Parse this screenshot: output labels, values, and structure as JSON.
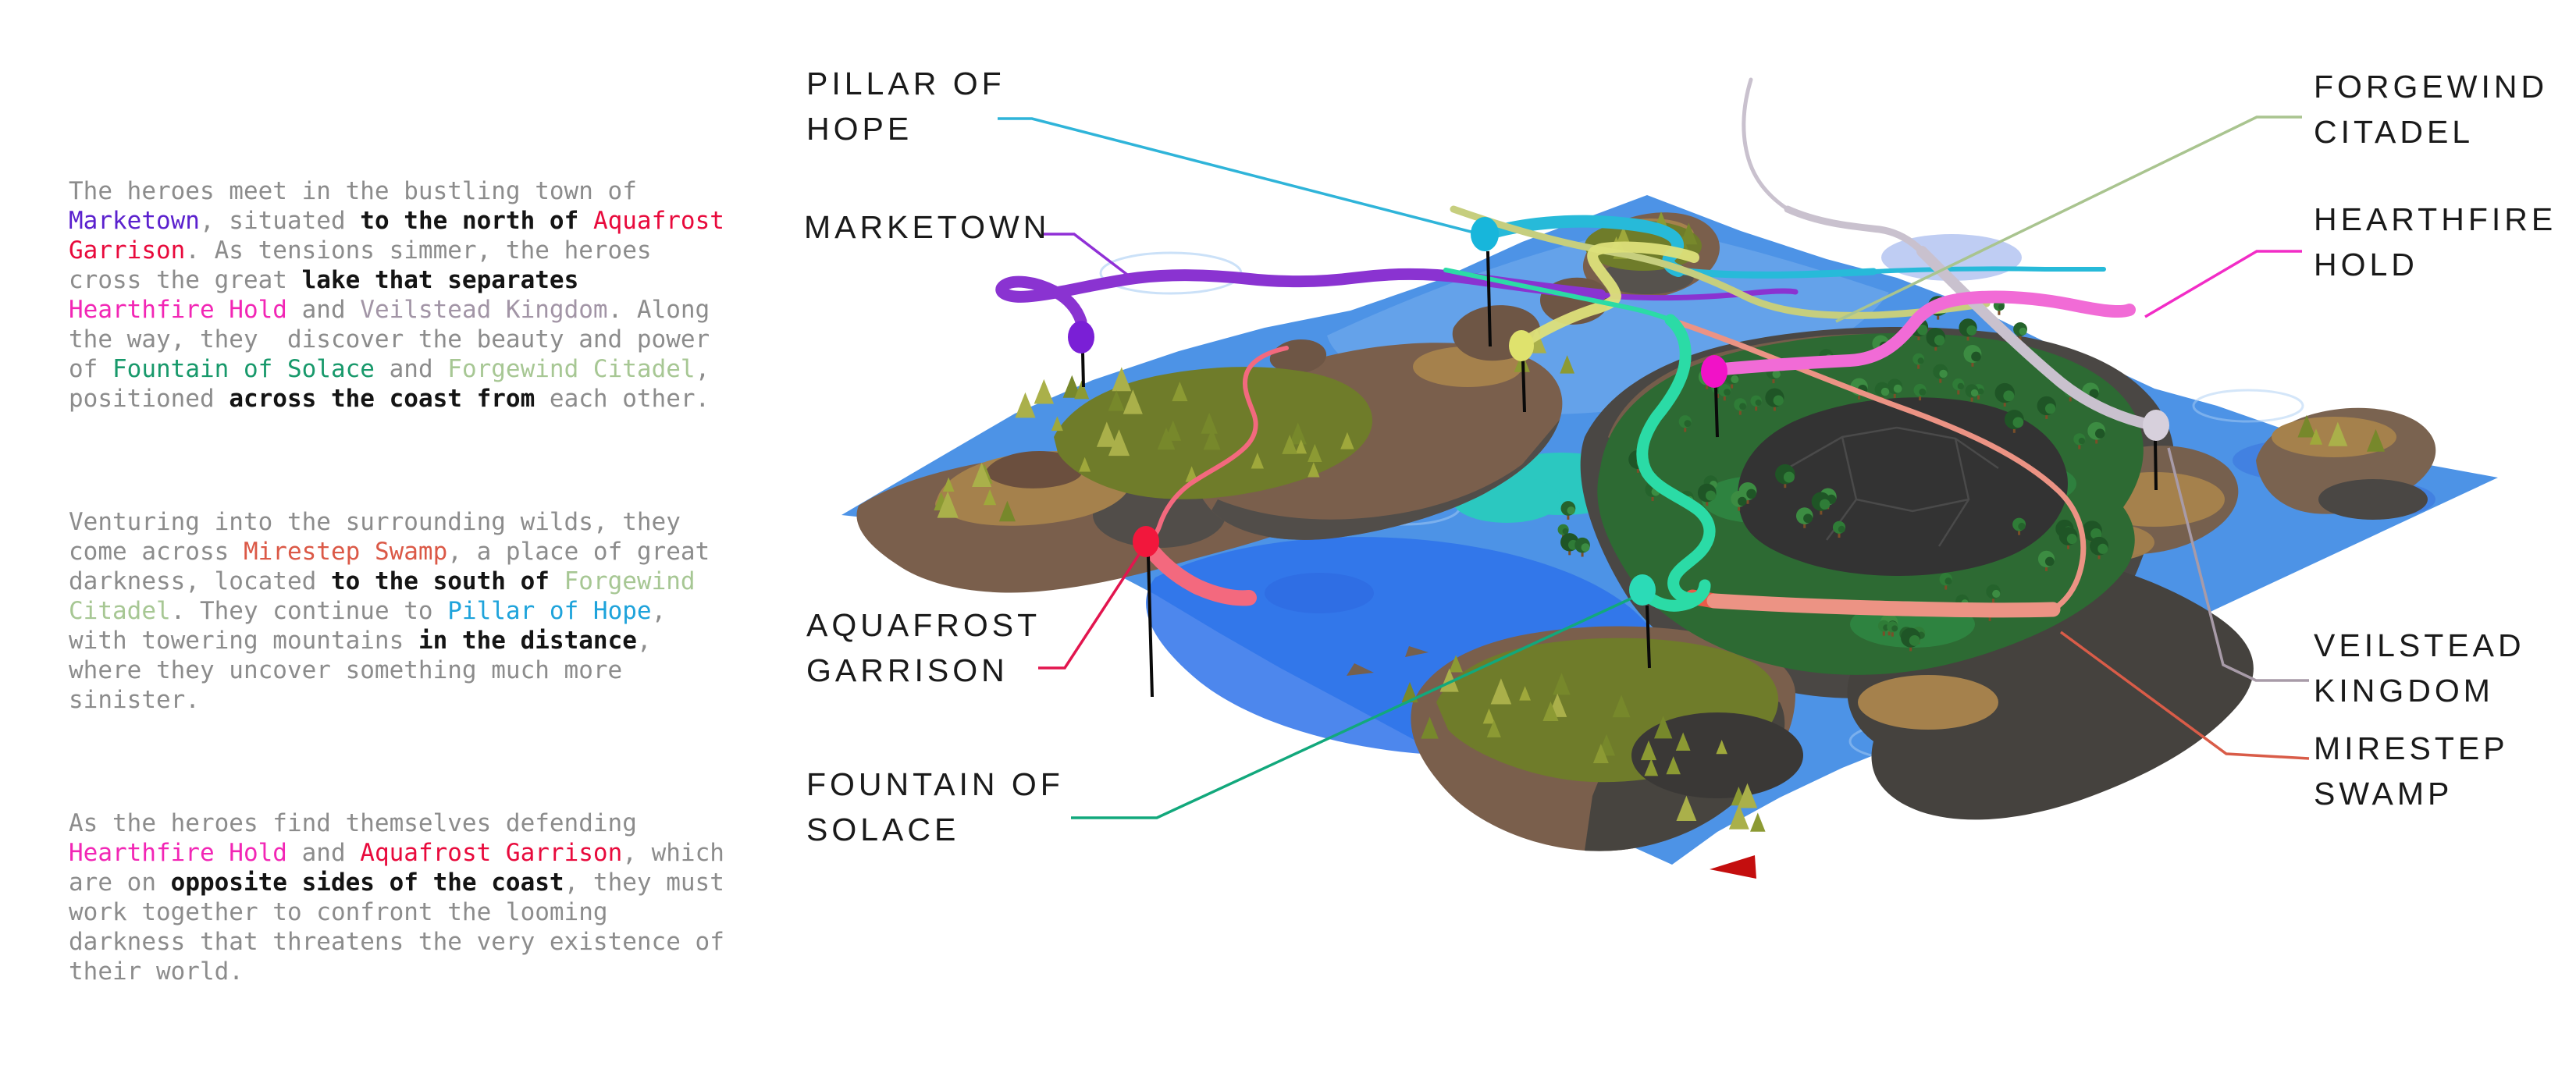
{
  "palette": {
    "story": {
      "body": {
        "c": "#8C8C8C",
        "b": false
      },
      "em": {
        "c": "#141414",
        "b": true
      },
      "marketown": {
        "c": "#5B21CE",
        "b": false
      },
      "aquafrost": {
        "c": "#E80A3C",
        "b": false
      },
      "hearthfire": {
        "c": "#F226B5",
        "b": false
      },
      "veilstead": {
        "c": "#A295A6",
        "b": false
      },
      "fountain": {
        "c": "#18996B",
        "b": false
      },
      "forgewind": {
        "c": "#A7C794",
        "b": false
      },
      "mirestep": {
        "c": "#DB5947",
        "b": false
      },
      "pillar": {
        "c": "#1EA3DB",
        "b": false
      }
    },
    "terrain": {
      "water": "#4D93E6",
      "water_light": "#74ABEC",
      "lake": "#2E72EA",
      "turquoise": "#2BC8C0",
      "sand": "#A5814C",
      "brown": "#7A5F4C",
      "brown_dark": "#6E5645",
      "rock": "#4A4744",
      "rock_light": "#514D49",
      "cave": "#333333",
      "forest_green": "#2D6A33",
      "forest_olive": "#6F7C2A",
      "pin": "#0A0A0A"
    }
  },
  "story": {
    "paragraphs": [
      {
        "lines": [
          [
            {
              "t": "The heroes meet in the bustling town of",
              "k": "body"
            }
          ],
          [
            {
              "t": "Marketown",
              "k": "marketown"
            },
            {
              "t": ", situated ",
              "k": "body"
            },
            {
              "t": "to the north of",
              "k": "em"
            },
            {
              "t": " ",
              "k": "body"
            },
            {
              "t": "Aquafrost",
              "k": "aquafrost"
            }
          ],
          [
            {
              "t": "Garrison",
              "k": "aquafrost"
            },
            {
              "t": ". As tensions simmer, the heroes",
              "k": "body"
            }
          ],
          [
            {
              "t": "cross the great ",
              "k": "body"
            },
            {
              "t": "lake that separates",
              "k": "em"
            }
          ],
          [
            {
              "t": "Hearthfire Hold",
              "k": "hearthfire"
            },
            {
              "t": " and ",
              "k": "body"
            },
            {
              "t": "Veilstead Kingdom",
              "k": "veilstead"
            },
            {
              "t": ". Along",
              "k": "body"
            }
          ],
          [
            {
              "t": "the way, they  discover the beauty and power",
              "k": "body"
            }
          ],
          [
            {
              "t": "of ",
              "k": "body"
            },
            {
              "t": "Fountain of Solace",
              "k": "fountain"
            },
            {
              "t": " and ",
              "k": "body"
            },
            {
              "t": "Forgewind Citadel",
              "k": "forgewind"
            },
            {
              "t": ",",
              "k": "body"
            }
          ],
          [
            {
              "t": "positioned ",
              "k": "body"
            },
            {
              "t": "across the coast from",
              "k": "em"
            },
            {
              "t": " each other.",
              "k": "body"
            }
          ]
        ]
      },
      {
        "lines": [
          [
            {
              "t": "Venturing into the surrounding wilds, they",
              "k": "body"
            }
          ],
          [
            {
              "t": "come across ",
              "k": "body"
            },
            {
              "t": "Mirestep Swamp",
              "k": "mirestep"
            },
            {
              "t": ", a place of great",
              "k": "body"
            }
          ],
          [
            {
              "t": "darkness, located ",
              "k": "body"
            },
            {
              "t": "to the south of",
              "k": "em"
            },
            {
              "t": " ",
              "k": "body"
            },
            {
              "t": "Forgewind",
              "k": "forgewind"
            }
          ],
          [
            {
              "t": "Citadel",
              "k": "forgewind"
            },
            {
              "t": ". They continue to ",
              "k": "body"
            },
            {
              "t": "Pillar of Hope",
              "k": "pillar"
            },
            {
              "t": ",",
              "k": "body"
            }
          ],
          [
            {
              "t": "with towering mountains ",
              "k": "body"
            },
            {
              "t": "in the distance",
              "k": "em"
            },
            {
              "t": ",",
              "k": "body"
            }
          ],
          [
            {
              "t": "where they uncover something much more",
              "k": "body"
            }
          ],
          [
            {
              "t": "sinister.",
              "k": "body"
            }
          ]
        ]
      },
      {
        "lines": [
          [
            {
              "t": "As the heroes find themselves defending",
              "k": "body"
            }
          ],
          [
            {
              "t": "Hearthfire Hold",
              "k": "hearthfire"
            },
            {
              "t": " and ",
              "k": "body"
            },
            {
              "t": "Aquafrost Garrison",
              "k": "aquafrost"
            },
            {
              "t": ", which",
              "k": "body"
            }
          ],
          [
            {
              "t": "are on ",
              "k": "body"
            },
            {
              "t": "opposite sides of the coast",
              "k": "em"
            },
            {
              "t": ", they must",
              "k": "body"
            }
          ],
          [
            {
              "t": "work together to confront the looming",
              "k": "body"
            }
          ],
          [
            {
              "t": "darkness that threatens the very existence of",
              "k": "body"
            }
          ],
          [
            {
              "t": "their world.",
              "k": "body"
            }
          ]
        ]
      }
    ]
  },
  "map": {
    "labels": [
      {
        "id": "pillar-of-hope",
        "lines": [
          "PILLAR OF",
          "HOPE"
        ],
        "color": "#2FB4D9"
      },
      {
        "id": "marketown",
        "lines": [
          "MARKETOWN"
        ],
        "color": "#9030D6"
      },
      {
        "id": "aquafrost-garrison",
        "lines": [
          "AQUAFROST",
          "GARRISON"
        ],
        "color": "#E2154E"
      },
      {
        "id": "fountain-of-solace",
        "lines": [
          "FOUNTAIN OF",
          "SOLACE"
        ],
        "color": "#12A87C"
      },
      {
        "id": "forgewind-citadel",
        "lines": [
          "FORGEWIND",
          "CITADEL"
        ],
        "color": "#A9C48F"
      },
      {
        "id": "hearthfire-hold",
        "lines": [
          "HEARTHFIRE",
          "HOLD"
        ],
        "color": "#F22CC6"
      },
      {
        "id": "veilstead-kingdom",
        "lines": [
          "VEILSTEAD",
          "KINGDOM"
        ],
        "color": "#A89BA8"
      },
      {
        "id": "mirestep-swamp",
        "lines": [
          "MIRESTEP",
          "SWAMP"
        ],
        "color": "#D95C48"
      }
    ],
    "routes": {
      "pillar": {
        "color": "#27BAD9",
        "ball": "#17B6DB"
      },
      "marketown": {
        "color": "#8A33D1",
        "ball": "#7A1FD6"
      },
      "yellow": {
        "color": "#DDE07A",
        "ball": "#DFE26D"
      },
      "fountain": {
        "color": "#2BDBA6",
        "ball": "#2BDBB7"
      },
      "hearthfire": {
        "color": "#F16BD6",
        "ball": "#F112C7"
      },
      "veilstead": {
        "color": "#C9C1CE",
        "ball": "#D7D0DC"
      },
      "mirestep": {
        "color": "#EC9384",
        "cap": "#EA5A49"
      },
      "aquafrost": {
        "color": "#F3697E",
        "ball": "#F2173C"
      },
      "forgewind": {
        "color": "#C6CE7E"
      }
    },
    "compass_color": "#C40E0E"
  }
}
